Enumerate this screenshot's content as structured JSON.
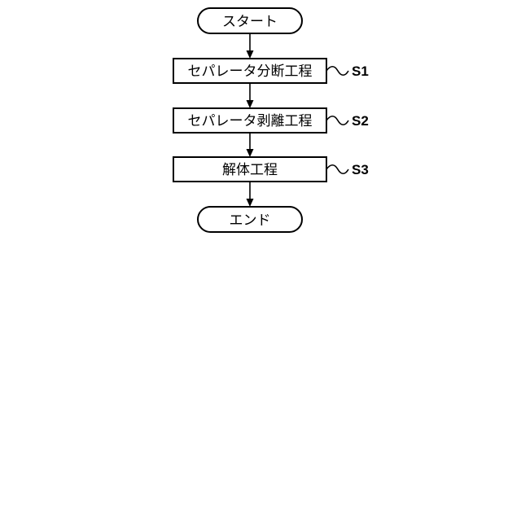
{
  "flowchart": {
    "start": "スタート",
    "steps": [
      {
        "text": "セパレータ分断工程",
        "label": "S1"
      },
      {
        "text": "セパレータ剥離工程",
        "label": "S2"
      },
      {
        "text": "解体工程",
        "label": "S3"
      }
    ],
    "end": "エンド"
  }
}
